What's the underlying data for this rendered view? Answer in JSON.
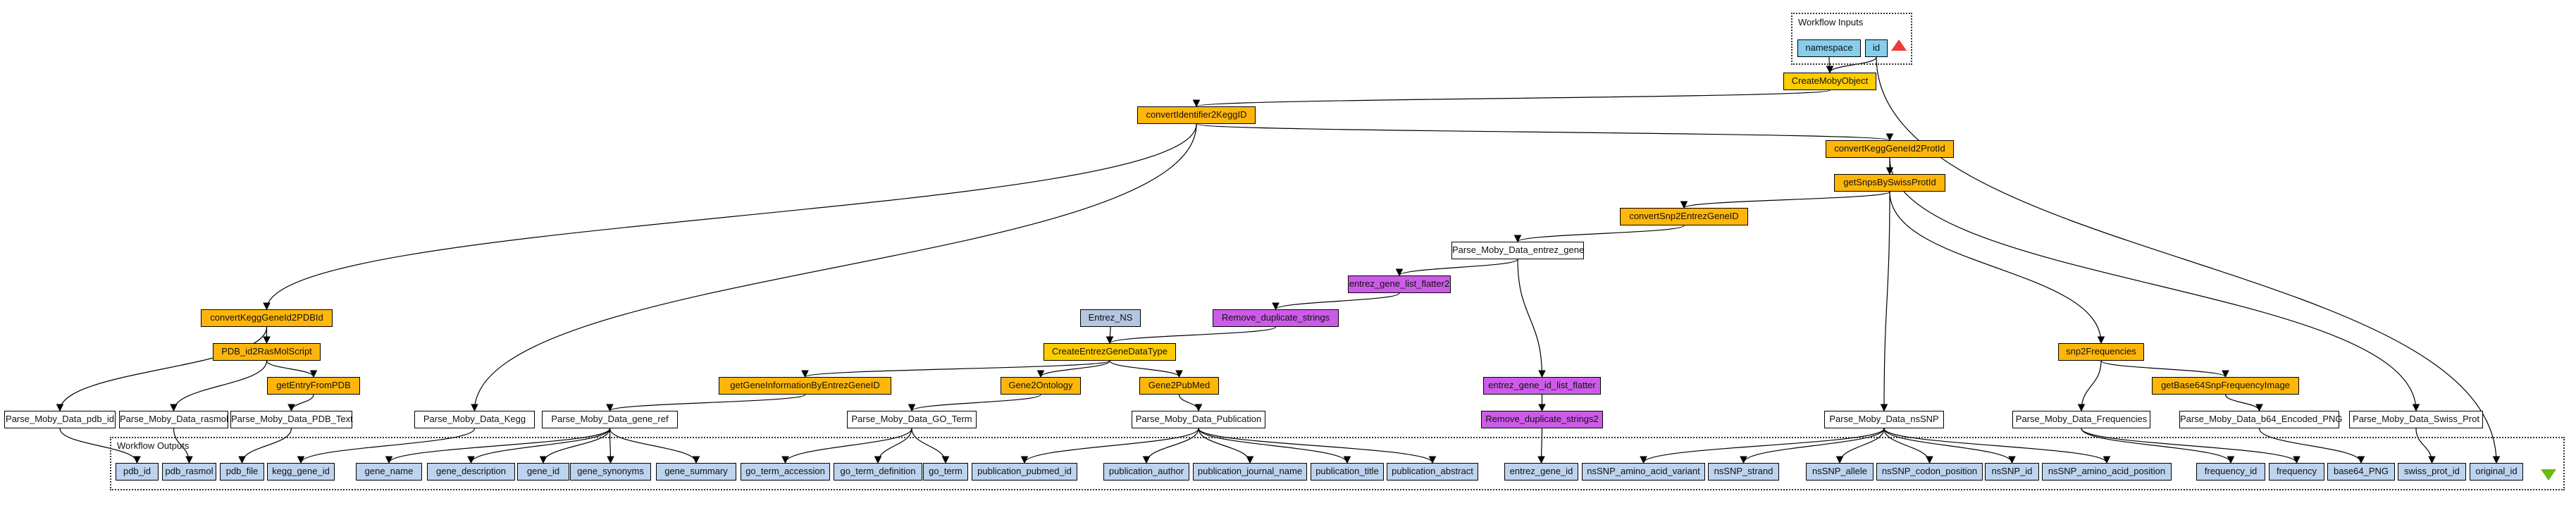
{
  "clusters": {
    "inputs_label": "Workflow Inputs",
    "outputs_label": "Workflow Outputs"
  },
  "legend": {
    "colors": {
      "service": "#ffb60a",
      "create_object": "#ffcc00",
      "parser": "#ffffff",
      "local_worker": "#cc5ce8",
      "string_constant": "#b4c6e0",
      "workflow_output": "#bdd3ee",
      "workflow_input": "#87ceeb",
      "input_marker": "#ee3b3b",
      "output_marker": "#66bb11"
    }
  },
  "inputs": [
    {
      "id": "namespace",
      "label": "namespace"
    },
    {
      "id": "id",
      "label": "id"
    }
  ],
  "processors": [
    {
      "id": "CreateMobyObject",
      "label": "CreateMobyObject",
      "kind": "create_object"
    },
    {
      "id": "convertIdentifier2KeggID",
      "label": "convertIdentifier2KeggID",
      "kind": "service"
    },
    {
      "id": "convertKeggGeneId2ProtId",
      "label": "convertKeggGeneId2ProtId",
      "kind": "service"
    },
    {
      "id": "getSnpsBySwissProtId",
      "label": "getSnpsBySwissProtId",
      "kind": "service"
    },
    {
      "id": "convertSnp2EntrezGeneID",
      "label": "convertSnp2EntrezGeneID",
      "kind": "service"
    },
    {
      "id": "Parse_Moby_Data_entrez_gene",
      "label": "Parse_Moby_Data_entrez_gene",
      "kind": "parser"
    },
    {
      "id": "entrez_gene_list_flatter2",
      "label": "entrez_gene_list_flatter2",
      "kind": "local_worker"
    },
    {
      "id": "Remove_duplicate_strings",
      "label": "Remove_duplicate_strings",
      "kind": "local_worker"
    },
    {
      "id": "Entrez_NS",
      "label": "Entrez_NS",
      "kind": "string_constant"
    },
    {
      "id": "CreateEntrezGeneDataType",
      "label": "CreateEntrezGeneDataType",
      "kind": "create_object"
    },
    {
      "id": "convertKeggGeneId2PDBId",
      "label": "convertKeggGeneId2PDBId",
      "kind": "service"
    },
    {
      "id": "PDB_id2RasMolScript",
      "label": "PDB_id2RasMolScript",
      "kind": "service"
    },
    {
      "id": "getEntryFromPDB",
      "label": "getEntryFromPDB",
      "kind": "service"
    },
    {
      "id": "getGeneInformationByEntrezGeneID",
      "label": "getGeneInformationByEntrezGeneID",
      "kind": "service"
    },
    {
      "id": "Gene2Ontology",
      "label": "Gene2Ontology",
      "kind": "service"
    },
    {
      "id": "Gene2PubMed",
      "label": "Gene2PubMed",
      "kind": "service"
    },
    {
      "id": "entrez_gene_id_list_flatter",
      "label": "entrez_gene_id_list_flatter",
      "kind": "local_worker"
    },
    {
      "id": "Remove_duplicate_strings2",
      "label": "Remove_duplicate_strings2",
      "kind": "local_worker"
    },
    {
      "id": "snp2Frequencies",
      "label": "snp2Frequencies",
      "kind": "service"
    },
    {
      "id": "getBase64SnpFrequencyImage",
      "label": "getBase64SnpFrequencyImage",
      "kind": "service"
    },
    {
      "id": "Parse_Moby_Data_pdb_id",
      "label": "Parse_Moby_Data_pdb_id",
      "kind": "parser"
    },
    {
      "id": "Parse_Moby_Data_rasmol",
      "label": "Parse_Moby_Data_rasmol",
      "kind": "parser"
    },
    {
      "id": "Parse_Moby_Data_PDB_Text",
      "label": "Parse_Moby_Data_PDB_Text",
      "kind": "parser"
    },
    {
      "id": "Parse_Moby_Data_Kegg",
      "label": "Parse_Moby_Data_Kegg",
      "kind": "parser"
    },
    {
      "id": "Parse_Moby_Data_gene_ref",
      "label": "Parse_Moby_Data_gene_ref",
      "kind": "parser"
    },
    {
      "id": "Parse_Moby_Data_GO_Term",
      "label": "Parse_Moby_Data_GO_Term",
      "kind": "parser"
    },
    {
      "id": "Parse_Moby_Data_Publication",
      "label": "Parse_Moby_Data_Publication",
      "kind": "parser"
    },
    {
      "id": "Parse_Moby_Data_nsSNP",
      "label": "Parse_Moby_Data_nsSNP",
      "kind": "parser"
    },
    {
      "id": "Parse_Moby_Data_Frequencies",
      "label": "Parse_Moby_Data_Frequencies",
      "kind": "parser"
    },
    {
      "id": "Parse_Moby_Data_b64_Encoded_PNG",
      "label": "Parse_Moby_Data_b64_Encoded_PNG",
      "kind": "parser"
    },
    {
      "id": "Parse_Moby_Data_Swiss_Prot",
      "label": "Parse_Moby_Data_Swiss_Prot",
      "kind": "parser"
    }
  ],
  "outputs": [
    {
      "id": "pdb_id",
      "label": "pdb_id"
    },
    {
      "id": "pdb_rasmol",
      "label": "pdb_rasmol"
    },
    {
      "id": "pdb_file",
      "label": "pdb_file"
    },
    {
      "id": "kegg_gene_id",
      "label": "kegg_gene_id"
    },
    {
      "id": "gene_name",
      "label": "gene_name"
    },
    {
      "id": "gene_description",
      "label": "gene_description"
    },
    {
      "id": "gene_id",
      "label": "gene_id"
    },
    {
      "id": "gene_synonyms",
      "label": "gene_synonyms"
    },
    {
      "id": "gene_summary",
      "label": "gene_summary"
    },
    {
      "id": "go_term_accession",
      "label": "go_term_accession"
    },
    {
      "id": "go_term_definition",
      "label": "go_term_definition"
    },
    {
      "id": "go_term",
      "label": "go_term"
    },
    {
      "id": "publication_pubmed_id",
      "label": "publication_pubmed_id"
    },
    {
      "id": "publication_author",
      "label": "publication_author"
    },
    {
      "id": "publication_journal_name",
      "label": "publication_journal_name"
    },
    {
      "id": "publication_title",
      "label": "publication_title"
    },
    {
      "id": "publication_abstract",
      "label": "publication_abstract"
    },
    {
      "id": "entrez_gene_id",
      "label": "entrez_gene_id"
    },
    {
      "id": "nsSNP_amino_acid_variant",
      "label": "nsSNP_amino_acid_variant"
    },
    {
      "id": "nsSNP_strand",
      "label": "nsSNP_strand"
    },
    {
      "id": "nsSNP_allele",
      "label": "nsSNP_allele"
    },
    {
      "id": "nsSNP_codon_position",
      "label": "nsSNP_codon_position"
    },
    {
      "id": "nsSNP_id",
      "label": "nsSNP_id"
    },
    {
      "id": "nsSNP_amino_acid_position",
      "label": "nsSNP_amino_acid_position"
    },
    {
      "id": "frequency_id",
      "label": "frequency_id"
    },
    {
      "id": "frequency",
      "label": "frequency"
    },
    {
      "id": "base64_PNG",
      "label": "base64_PNG"
    },
    {
      "id": "swiss_prot_id",
      "label": "swiss_prot_id"
    },
    {
      "id": "original_id",
      "label": "original_id"
    }
  ],
  "edges": [
    [
      "namespace",
      "CreateMobyObject"
    ],
    [
      "id",
      "CreateMobyObject"
    ],
    [
      "id",
      "original_id"
    ],
    [
      "CreateMobyObject",
      "convertIdentifier2KeggID"
    ],
    [
      "convertIdentifier2KeggID",
      "convertKeggGeneId2ProtId"
    ],
    [
      "convertIdentifier2KeggID",
      "convertKeggGeneId2PDBId"
    ],
    [
      "convertIdentifier2KeggID",
      "Parse_Moby_Data_Kegg"
    ],
    [
      "convertKeggGeneId2ProtId",
      "getSnpsBySwissProtId"
    ],
    [
      "convertKeggGeneId2ProtId",
      "Parse_Moby_Data_Swiss_Prot"
    ],
    [
      "getSnpsBySwissProtId",
      "convertSnp2EntrezGeneID"
    ],
    [
      "getSnpsBySwissProtId",
      "Parse_Moby_Data_nsSNP"
    ],
    [
      "getSnpsBySwissProtId",
      "snp2Frequencies"
    ],
    [
      "convertSnp2EntrezGeneID",
      "Parse_Moby_Data_entrez_gene"
    ],
    [
      "Parse_Moby_Data_entrez_gene",
      "entrez_gene_list_flatter2"
    ],
    [
      "Parse_Moby_Data_entrez_gene",
      "entrez_gene_id_list_flatter"
    ],
    [
      "entrez_gene_list_flatter2",
      "Remove_duplicate_strings"
    ],
    [
      "Remove_duplicate_strings",
      "CreateEntrezGeneDataType"
    ],
    [
      "Entrez_NS",
      "CreateEntrezGeneDataType"
    ],
    [
      "CreateEntrezGeneDataType",
      "getGeneInformationByEntrezGeneID"
    ],
    [
      "CreateEntrezGeneDataType",
      "Gene2Ontology"
    ],
    [
      "CreateEntrezGeneDataType",
      "Gene2PubMed"
    ],
    [
      "getGeneInformationByEntrezGeneID",
      "Parse_Moby_Data_gene_ref"
    ],
    [
      "Gene2Ontology",
      "Parse_Moby_Data_GO_Term"
    ],
    [
      "Gene2PubMed",
      "Parse_Moby_Data_Publication"
    ],
    [
      "entrez_gene_id_list_flatter",
      "Remove_duplicate_strings2"
    ],
    [
      "Remove_duplicate_strings2",
      "entrez_gene_id"
    ],
    [
      "convertKeggGeneId2PDBId",
      "PDB_id2RasMolScript"
    ],
    [
      "convertKeggGeneId2PDBId",
      "Parse_Moby_Data_pdb_id"
    ],
    [
      "PDB_id2RasMolScript",
      "getEntryFromPDB"
    ],
    [
      "PDB_id2RasMolScript",
      "Parse_Moby_Data_rasmol"
    ],
    [
      "getEntryFromPDB",
      "Parse_Moby_Data_PDB_Text"
    ],
    [
      "Parse_Moby_Data_pdb_id",
      "pdb_id"
    ],
    [
      "Parse_Moby_Data_rasmol",
      "pdb_rasmol"
    ],
    [
      "Parse_Moby_Data_PDB_Text",
      "pdb_file"
    ],
    [
      "Parse_Moby_Data_Kegg",
      "kegg_gene_id"
    ],
    [
      "Parse_Moby_Data_gene_ref",
      "gene_name"
    ],
    [
      "Parse_Moby_Data_gene_ref",
      "gene_description"
    ],
    [
      "Parse_Moby_Data_gene_ref",
      "gene_id"
    ],
    [
      "Parse_Moby_Data_gene_ref",
      "gene_synonyms"
    ],
    [
      "Parse_Moby_Data_gene_ref",
      "gene_summary"
    ],
    [
      "Parse_Moby_Data_GO_Term",
      "go_term_accession"
    ],
    [
      "Parse_Moby_Data_GO_Term",
      "go_term_definition"
    ],
    [
      "Parse_Moby_Data_GO_Term",
      "go_term"
    ],
    [
      "Parse_Moby_Data_Publication",
      "publication_pubmed_id"
    ],
    [
      "Parse_Moby_Data_Publication",
      "publication_author"
    ],
    [
      "Parse_Moby_Data_Publication",
      "publication_journal_name"
    ],
    [
      "Parse_Moby_Data_Publication",
      "publication_title"
    ],
    [
      "Parse_Moby_Data_Publication",
      "publication_abstract"
    ],
    [
      "Parse_Moby_Data_nsSNP",
      "nsSNP_amino_acid_variant"
    ],
    [
      "Parse_Moby_Data_nsSNP",
      "nsSNP_strand"
    ],
    [
      "Parse_Moby_Data_nsSNP",
      "nsSNP_allele"
    ],
    [
      "Parse_Moby_Data_nsSNP",
      "nsSNP_codon_position"
    ],
    [
      "Parse_Moby_Data_nsSNP",
      "nsSNP_id"
    ],
    [
      "Parse_Moby_Data_nsSNP",
      "nsSNP_amino_acid_position"
    ],
    [
      "snp2Frequencies",
      "Parse_Moby_Data_Frequencies"
    ],
    [
      "snp2Frequencies",
      "getBase64SnpFrequencyImage"
    ],
    [
      "getBase64SnpFrequencyImage",
      "Parse_Moby_Data_b64_Encoded_PNG"
    ],
    [
      "Parse_Moby_Data_Frequencies",
      "frequency_id"
    ],
    [
      "Parse_Moby_Data_Frequencies",
      "frequency"
    ],
    [
      "Parse_Moby_Data_b64_Encoded_PNG",
      "base64_PNG"
    ],
    [
      "Parse_Moby_Data_Swiss_Prot",
      "swiss_prot_id"
    ]
  ]
}
